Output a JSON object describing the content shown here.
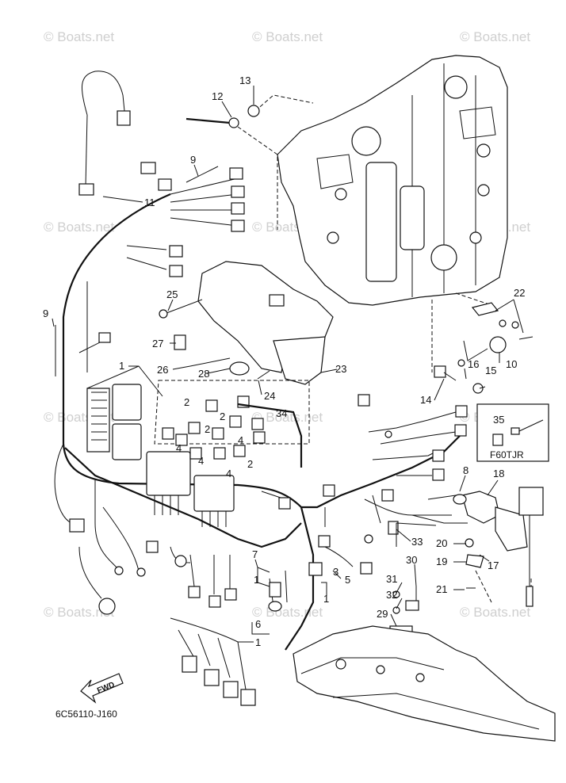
{
  "watermark": "© Boats.net",
  "diagram_code": "6C56110-J160",
  "inset_label": "F60TJR",
  "fwd_label": "FWD",
  "callouts": {
    "c1": "1",
    "c1b": "1",
    "c1c": "1",
    "c1d": "1",
    "c2a": "2",
    "c2b": "2",
    "c2c": "2",
    "c2d": "2",
    "c3": "3",
    "c4a": "4",
    "c4b": "4",
    "c4c": "4",
    "c4d": "4",
    "c5": "5",
    "c6": "6",
    "c7": "7",
    "c8": "8",
    "c9a": "9",
    "c9b": "9",
    "c10": "10",
    "c11": "11",
    "c12": "12",
    "c13": "13",
    "c14": "14",
    "c15": "15",
    "c16": "16",
    "c17": "17",
    "c18": "18",
    "c19": "19",
    "c20": "20",
    "c21": "21",
    "c22": "22",
    "c23": "23",
    "c24": "24",
    "c25": "25",
    "c26": "26",
    "c27": "27",
    "c28": "28",
    "c29": "29",
    "c30": "30",
    "c31": "31",
    "c32": "32",
    "c33": "33",
    "c34": "34",
    "c35": "35"
  }
}
